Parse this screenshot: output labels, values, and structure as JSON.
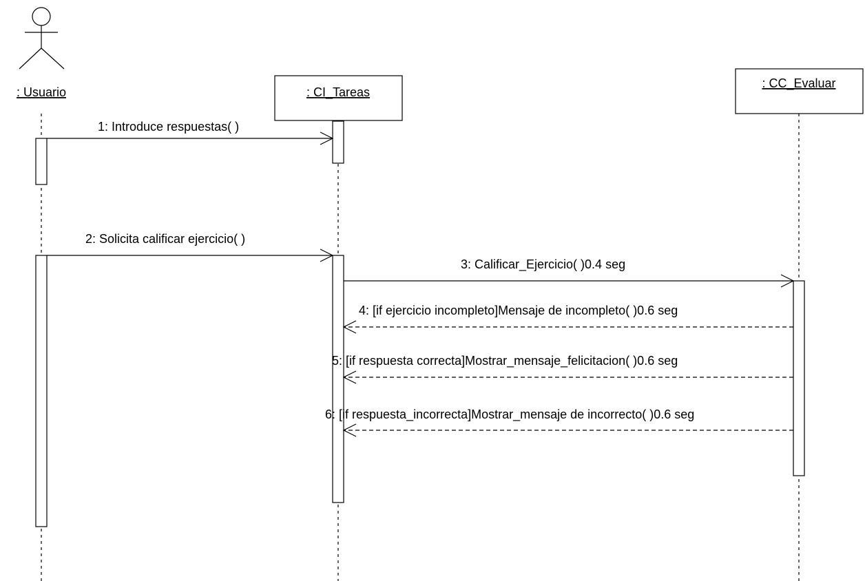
{
  "participants": {
    "usuario": {
      "label": ": Usuario",
      "kind": "actor"
    },
    "tareas": {
      "label": ": CI_Tareas",
      "kind": "object"
    },
    "evaluar": {
      "label": ": CC_Evaluar",
      "kind": "object"
    }
  },
  "messages": [
    {
      "label": "1: Introduce respuestas( )",
      "from": ": Usuario",
      "to": ": CI_Tareas",
      "style": "synchronous"
    },
    {
      "label": "2: Solicita calificar ejercicio( )",
      "from": ": Usuario",
      "to": ": CI_Tareas",
      "style": "synchronous"
    },
    {
      "label": "3: Calificar_Ejercicio( )0.4 seg",
      "from": ": CI_Tareas",
      "to": ": CC_Evaluar",
      "style": "synchronous"
    },
    {
      "label": "4: [if  ejercicio incompleto]Mensaje de incompleto( )0.6 seg",
      "from": ": CC_Evaluar",
      "to": ": CI_Tareas",
      "style": "return"
    },
    {
      "label": "5: [if respuesta correcta]Mostrar_mensaje_felicitacion( )0.6 seg",
      "from": ": CC_Evaluar",
      "to": ": CI_Tareas",
      "style": "return"
    },
    {
      "label": "6: [if respuesta_incorrecta]Mostrar_mensaje de incorrecto( )0.6 seg",
      "from": ": CC_Evaluar",
      "to": ": CI_Tareas",
      "style": "return"
    }
  ]
}
